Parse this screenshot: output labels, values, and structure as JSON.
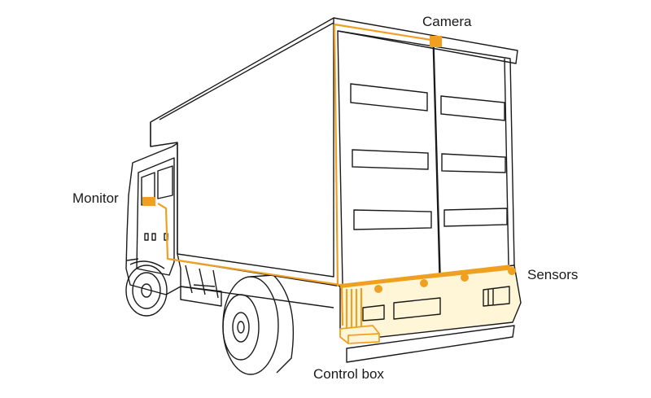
{
  "labels": {
    "camera": "Camera",
    "monitor": "Monitor",
    "sensors": "Sensors",
    "control_box": "Control box"
  },
  "colors": {
    "outline": "#1a1a1a",
    "wiring": "#F0A020",
    "bumper_fill": "#FFF6D8"
  }
}
